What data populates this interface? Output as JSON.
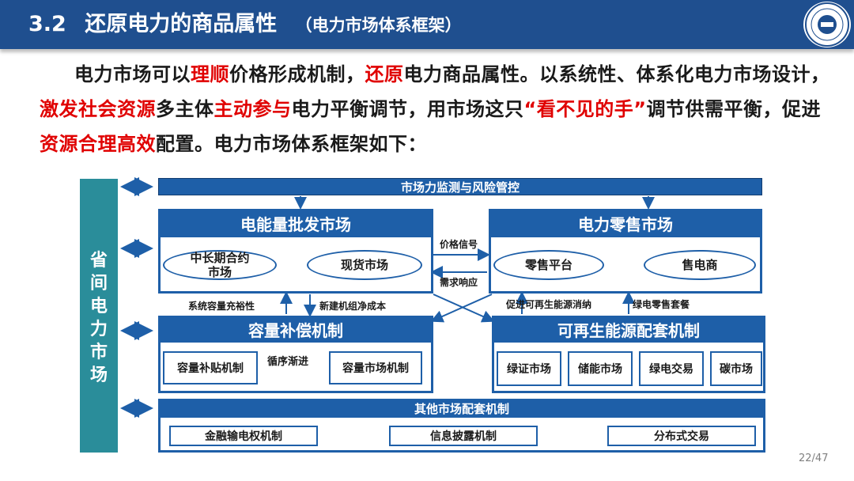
{
  "header": {
    "section": "3.2",
    "title": "还原电力的商品属性",
    "subtitle": "（电力市场体系框架）"
  },
  "intro": [
    {
      "text": "电力市场可以",
      "hl": false
    },
    {
      "text": "理顺",
      "hl": true
    },
    {
      "text": "价格形成机制，",
      "hl": false
    },
    {
      "text": "还原",
      "hl": true
    },
    {
      "text": "电力商品属性。以系统性、体系化电力市场设计，",
      "hl": false
    },
    {
      "text": "激发社会资源",
      "hl": true
    },
    {
      "text": "多主体",
      "hl": false
    },
    {
      "text": "主动参与",
      "hl": true
    },
    {
      "text": "电力平衡调节，用市场这只",
      "hl": false
    },
    {
      "text": "“看不见的手”",
      "hl": true
    },
    {
      "text": "调节供需平衡，促进",
      "hl": false
    },
    {
      "text": "资源合理高效",
      "hl": true
    },
    {
      "text": "配置。电力市场体系框架如下：",
      "hl": false
    }
  ],
  "diagram": {
    "left_bar_chars": [
      "省",
      "间",
      "电",
      "力",
      "市",
      "场"
    ],
    "monitor": "市场力监测与风险管控",
    "wholesale": {
      "title": "电能量批发市场",
      "long_term": "中长期合约\n市场",
      "spot": "现货市场"
    },
    "retail": {
      "title": "电力零售市场",
      "platform": "零售平台",
      "seller": "售电商"
    },
    "capacity": {
      "title": "容量补偿机制",
      "subsidy": "容量补贴机制",
      "transition": "循序渐进",
      "market": "容量市场机制"
    },
    "renewable": {
      "title": "可再生能源配套机制",
      "items": [
        "绿证市场",
        "储能市场",
        "绿电交易",
        "碳市场"
      ]
    },
    "other": {
      "title": "其他市场配套机制",
      "items": [
        "金融输电权机制",
        "信息披露机制",
        "分布式交易"
      ]
    },
    "labels": {
      "price_signal": "价格信号",
      "demand_response": "需求响应",
      "capacity_adequacy": "系统容量充裕性",
      "new_unit_cost": "新建机组净成本",
      "renewable_consumption": "促进可再生能源消纳",
      "green_retail": "绿电零售套餐"
    }
  },
  "page_number": "22/47",
  "colors": {
    "header": "#1f4f8f",
    "box": "#1e5fa8",
    "left_bar": "#2a8d9a",
    "highlight": "#e00000"
  }
}
